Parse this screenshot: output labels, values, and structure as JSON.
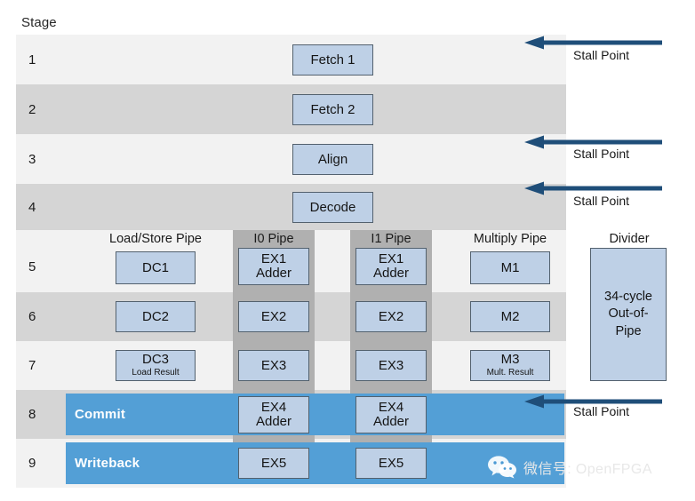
{
  "diagram": {
    "stage_caption": "Stage",
    "watermark": {
      "icon": "wechat-icon",
      "text": "微信号: OpenFPGA"
    }
  },
  "colors": {
    "box_fill": "#bed0e6",
    "box_border": "#53616e",
    "row_odd": "#f2f2f2",
    "row_even": "#d5d5d5",
    "pipe_band": "#b0b0b0",
    "blue_band": "#539fd6",
    "arrow": "#1f4e79"
  },
  "stages": [
    {
      "number": "1"
    },
    {
      "number": "2"
    },
    {
      "number": "3"
    },
    {
      "number": "4"
    },
    {
      "number": "5"
    },
    {
      "number": "6"
    },
    {
      "number": "7"
    },
    {
      "number": "8"
    },
    {
      "number": "9"
    }
  ],
  "column_headers": [
    {
      "label": "Load/Store Pipe"
    },
    {
      "label": "I0 Pipe"
    },
    {
      "label": "I1 Pipe"
    },
    {
      "label": "Multiply Pipe"
    },
    {
      "label": "Divider"
    }
  ],
  "front_end_boxes": [
    {
      "label": "Fetch 1"
    },
    {
      "label": "Fetch 2"
    },
    {
      "label": "Align"
    },
    {
      "label": "Decode"
    }
  ],
  "load_store_pipe": [
    {
      "label": "DC1",
      "sub": ""
    },
    {
      "label": "DC2",
      "sub": ""
    },
    {
      "label": "DC3",
      "sub": "Load Result"
    }
  ],
  "i0_pipe": [
    {
      "label": "EX1",
      "sub": "Adder"
    },
    {
      "label": "EX2",
      "sub": ""
    },
    {
      "label": "EX3",
      "sub": ""
    },
    {
      "label": "EX4",
      "sub": "Adder"
    },
    {
      "label": "EX5",
      "sub": ""
    }
  ],
  "i1_pipe": [
    {
      "label": "EX1",
      "sub": "Adder"
    },
    {
      "label": "EX2",
      "sub": ""
    },
    {
      "label": "EX3",
      "sub": ""
    },
    {
      "label": "EX4",
      "sub": "Adder"
    },
    {
      "label": "EX5",
      "sub": ""
    }
  ],
  "multiply_pipe": [
    {
      "label": "M1",
      "sub": ""
    },
    {
      "label": "M2",
      "sub": ""
    },
    {
      "label": "M3",
      "sub": "Mult. Result"
    }
  ],
  "divider": {
    "line1": "34-cycle",
    "line2": "Out-of-",
    "line3": "Pipe"
  },
  "band_labels": [
    {
      "label": "Commit"
    },
    {
      "label": "Writeback"
    }
  ],
  "stall_points": [
    {
      "label": "Stall Point",
      "stage": "1"
    },
    {
      "label": "Stall Point",
      "stage": "3"
    },
    {
      "label": "Stall Point",
      "stage": "4"
    },
    {
      "label": "Stall Point",
      "stage": "8"
    }
  ]
}
